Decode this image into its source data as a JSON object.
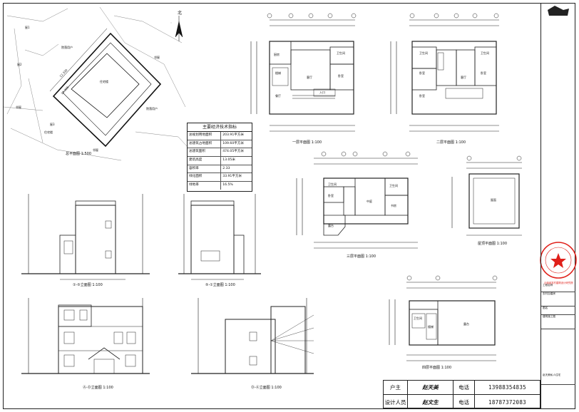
{
  "site": {
    "north_label": "北",
    "title": "总平面图",
    "scale": "1:500",
    "labels": [
      "屋1",
      "屋2",
      "院落用户",
      "屋3",
      "邻屋",
      "邻屋",
      "院落用户",
      "住宅楼",
      "住宅楼",
      "邻屋"
    ],
    "dims": [
      "12.330",
      "15.305"
    ]
  },
  "tech_table": {
    "title": "主要经济技术指标",
    "rows": [
      {
        "k": "总规划用地面积",
        "v": "203.91平方米"
      },
      {
        "k": "总建筑占地面积",
        "v": "109.60平方米"
      },
      {
        "k": "总建筑面积",
        "v": "474.05平方米"
      },
      {
        "k": "建筑高度",
        "v": "13.05米"
      },
      {
        "k": "容积率",
        "v": "2.33"
      },
      {
        "k": "绿化面积",
        "v": "33.91平方米"
      },
      {
        "k": "绿地率",
        "v": "16.5%"
      }
    ]
  },
  "plans": {
    "floor1": {
      "title": "一层平面图",
      "scale": "1:100",
      "rooms": [
        "厨房",
        "卫生间",
        "客厅",
        "卧室",
        "楼梯",
        "餐厅",
        "入口"
      ]
    },
    "floor2": {
      "title": "二层平面图",
      "scale": "1:100",
      "rooms": [
        "卫生间",
        "卧室",
        "客厅",
        "卧室",
        "卧室",
        "卫生间"
      ]
    },
    "floor3": {
      "title": "三层平面图",
      "scale": "1:100",
      "rooms": [
        "卫生间",
        "卧室",
        "中庭",
        "书房",
        "卫生间",
        "露台"
      ]
    },
    "roof": {
      "title": "屋顶平面图",
      "scale": "1:100",
      "rooms": [
        "屋面"
      ]
    },
    "floor4": {
      "title": "四层平面图",
      "scale": "1:100",
      "rooms": [
        "卫生间",
        "楼梯",
        "露台"
      ]
    }
  },
  "elevations": {
    "e1": {
      "title": "①-⑤立面图",
      "scale": "1:100"
    },
    "e2": {
      "title": "⑤-①立面图",
      "scale": "1:100"
    },
    "e3": {
      "title": "Ⓐ-Ⓓ立面图",
      "scale": "1:100"
    },
    "e4": {
      "title": "Ⓓ-Ⓐ立面图",
      "scale": "1:100"
    }
  },
  "signature": {
    "r1": {
      "role": "户主",
      "name": "赵天美",
      "phone_label": "电话",
      "phone": "13988354835"
    },
    "r2": {
      "role": "设计人员",
      "name": "赵文生",
      "phone_label": "电话",
      "phone": "18787372083"
    }
  },
  "stamp": {
    "text": "云南省农村建筑设计研究院"
  },
  "title_block": {
    "project_label": "工程名称",
    "project": "农村自建房",
    "sheet_label": "图名",
    "sheet": "建筑施工图",
    "owner": "赵天美私人住宅"
  },
  "colors": {
    "stamp": "#e0201a",
    "line": "#222222"
  }
}
